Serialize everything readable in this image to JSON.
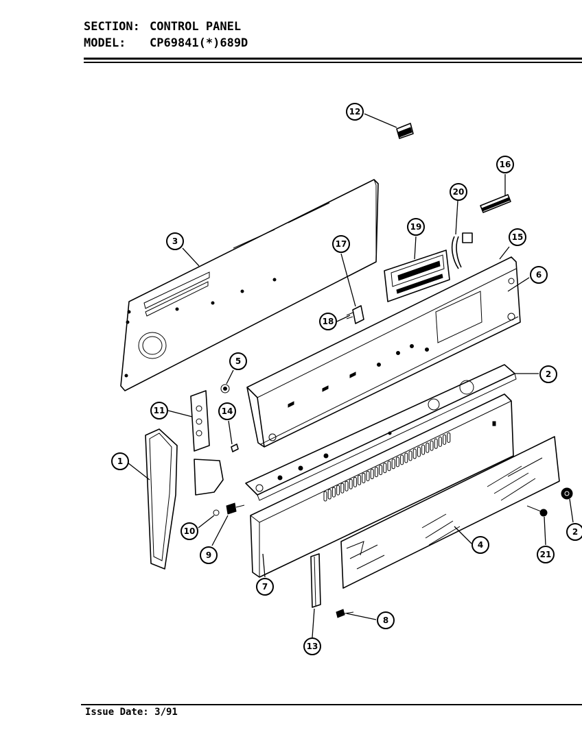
{
  "header": {
    "section_label": "SECTION:",
    "section_value": "CONTROL PANEL",
    "model_label": "MODEL:",
    "model_value": "CP69841(*)689D"
  },
  "footer": {
    "issue_date": "Issue Date: 3/91"
  },
  "callouts": [
    {
      "id": "1",
      "label": "1"
    },
    {
      "id": "2",
      "label": "2"
    },
    {
      "id": "3",
      "label": "3"
    },
    {
      "id": "4",
      "label": "4"
    },
    {
      "id": "5",
      "label": "5"
    },
    {
      "id": "6",
      "label": "6"
    },
    {
      "id": "7",
      "label": "7"
    },
    {
      "id": "8",
      "label": "8"
    },
    {
      "id": "9",
      "label": "9"
    },
    {
      "id": "10",
      "label": "10"
    },
    {
      "id": "11",
      "label": "11"
    },
    {
      "id": "12",
      "label": "12"
    },
    {
      "id": "13",
      "label": "13"
    },
    {
      "id": "14",
      "label": "14"
    },
    {
      "id": "15",
      "label": "15"
    },
    {
      "id": "16",
      "label": "16"
    },
    {
      "id": "17",
      "label": "17"
    },
    {
      "id": "18",
      "label": "18"
    },
    {
      "id": "19",
      "label": "19"
    },
    {
      "id": "20",
      "label": "20"
    },
    {
      "id": "21",
      "label": "21"
    },
    {
      "id": "22",
      "label": "2"
    }
  ]
}
